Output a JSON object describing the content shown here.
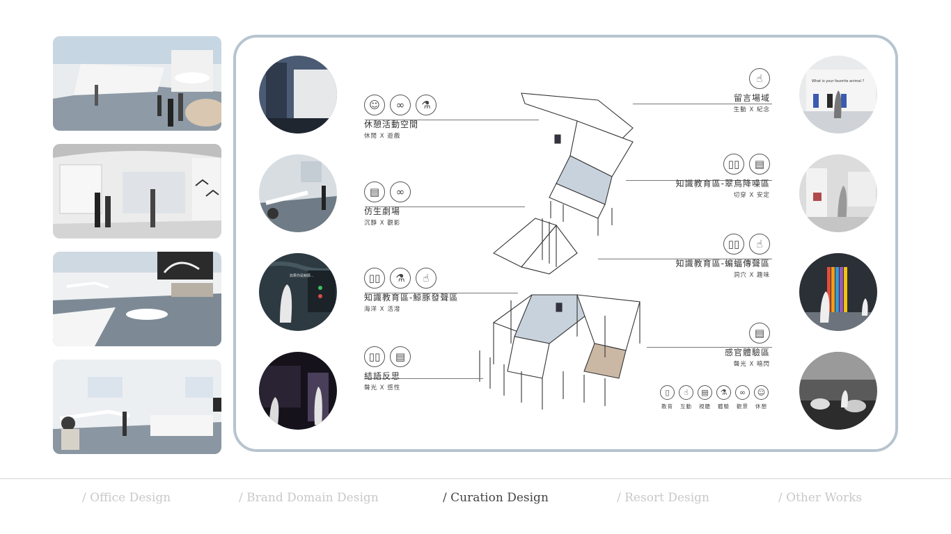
{
  "zones": [
    {
      "title": "休憩活動空間",
      "sub": "休閒 X 遊戲",
      "icons": [
        "rest-icon",
        "binoculars-icon",
        "flask-icon"
      ]
    },
    {
      "title": "仿生劇場",
      "sub": "沉靜 X 觀影",
      "icons": [
        "clapper-icon",
        "binoculars-icon"
      ]
    },
    {
      "title": "知識教育區-鯨豚發聲區",
      "sub": "海洋 X 活潑",
      "icons": [
        "book-icon",
        "flask-icon",
        "hand-icon"
      ]
    },
    {
      "title": "結語反思",
      "sub": "聲光 X 感性",
      "icons": [
        "book-icon",
        "clapper-icon"
      ]
    },
    {
      "title": "留言場域",
      "sub": "生動 X 紀念",
      "icons": [
        "hand-icon"
      ]
    },
    {
      "title": "知識教育區-翠鳥降噪區",
      "sub": "切穿 X 安定",
      "icons": [
        "book-icon",
        "clapper-icon"
      ]
    },
    {
      "title": "知識教育區-蝙蝠傳聲區",
      "sub": "洞穴 X 趣味",
      "icons": [
        "book-icon",
        "hand-icon"
      ]
    },
    {
      "title": "感官體驗區",
      "sub": "聲光 X 暗閃",
      "icons": [
        "clapper-icon"
      ]
    }
  ],
  "legend": [
    {
      "label": "教育",
      "icon": "book-icon"
    },
    {
      "label": "互動",
      "icon": "hand-icon"
    },
    {
      "label": "視聽",
      "icon": "clapper-icon"
    },
    {
      "label": "體驗",
      "icon": "flask-icon"
    },
    {
      "label": "觀景",
      "icon": "binoculars-icon"
    },
    {
      "label": "休憩",
      "icon": "rest-icon"
    }
  ],
  "photo_text": {
    "whale_sign": "如果你是鯨豚…",
    "wall_question": "What is your favorite animal ?"
  },
  "nav": [
    {
      "label": "/ Office Design"
    },
    {
      "label": "/ Brand Domain Design"
    },
    {
      "label": "/ Curation Design"
    },
    {
      "label": "/ Resort Design"
    },
    {
      "label": "/ Other Works"
    }
  ],
  "colors": {
    "panel_border": "#b6c4cf",
    "active_nav": "#444444",
    "inactive_nav": "#c8c8c8"
  }
}
